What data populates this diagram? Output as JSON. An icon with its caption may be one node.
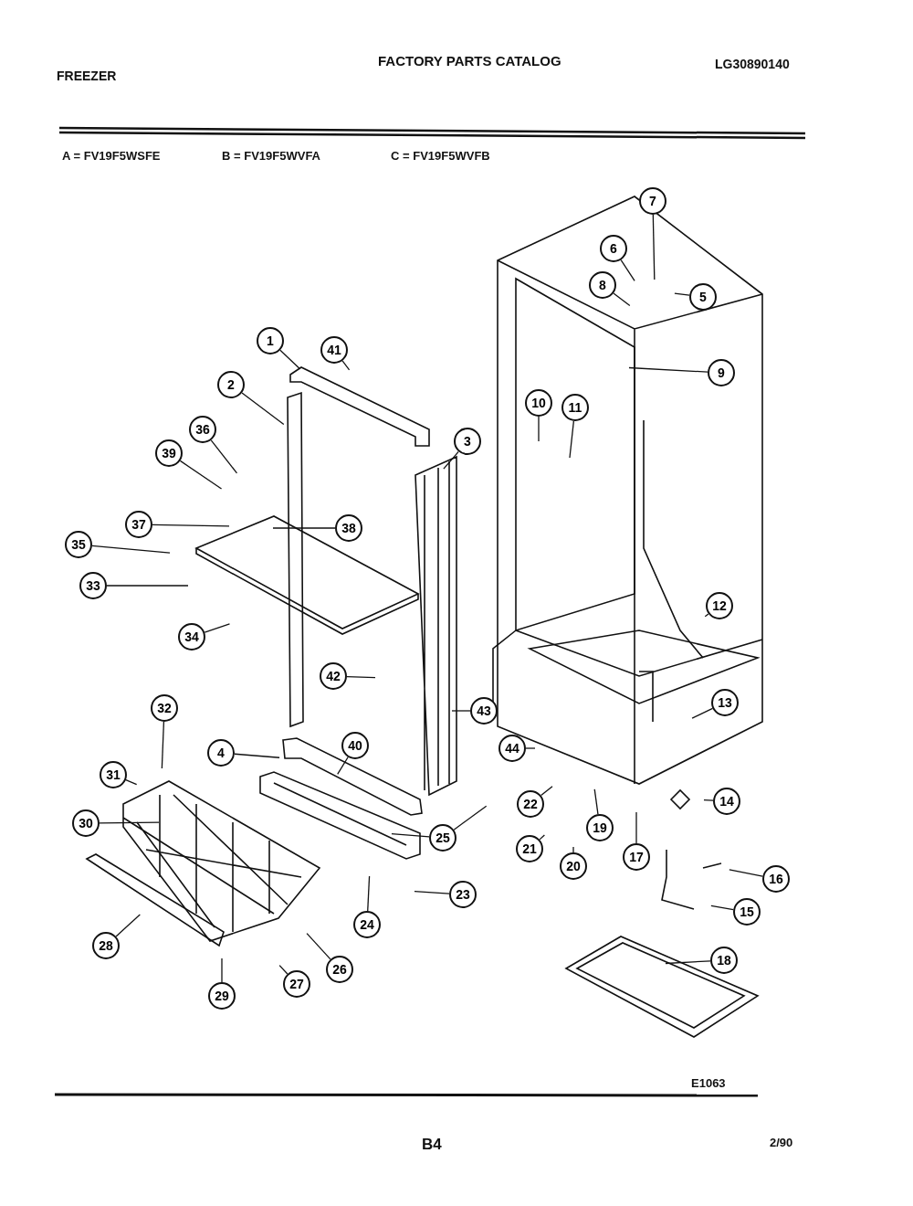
{
  "diagram": {
    "title": "FACTORY PARTS CATALOG",
    "nodes": [
      {
        "text": [
          "7"
        ]
      },
      {
        "text": [
          "6"
        ]
      },
      {
        "text": [
          "8"
        ]
      },
      {
        "text": [
          "5"
        ]
      },
      {
        "text": [
          "1"
        ]
      },
      {
        "text": [
          "41"
        ]
      },
      {
        "text": [
          "9"
        ]
      },
      {
        "text": [
          "2"
        ]
      },
      {
        "text": [
          "10"
        ]
      },
      {
        "text": [
          "11"
        ]
      },
      {
        "text": [
          "36"
        ]
      },
      {
        "text": [
          "3"
        ]
      },
      {
        "text": [
          "39"
        ]
      },
      {
        "text": [
          "37"
        ]
      },
      {
        "text": [
          "38"
        ]
      },
      {
        "text": [
          "35"
        ]
      },
      {
        "text": [
          "33"
        ]
      },
      {
        "text": [
          "12"
        ]
      },
      {
        "text": [
          "34"
        ]
      },
      {
        "text": [
          "42"
        ]
      },
      {
        "text": [
          "13"
        ]
      },
      {
        "text": [
          "32"
        ]
      },
      {
        "text": [
          "43"
        ]
      },
      {
        "text": [
          "40"
        ]
      },
      {
        "text": [
          "4"
        ]
      },
      {
        "text": [
          "44"
        ]
      },
      {
        "text": [
          "31"
        ]
      },
      {
        "text": [
          "14"
        ]
      },
      {
        "text": [
          "22"
        ]
      },
      {
        "text": [
          "30"
        ]
      },
      {
        "text": [
          "25"
        ]
      },
      {
        "text": [
          "19"
        ]
      },
      {
        "text": [
          "21"
        ]
      },
      {
        "text": [
          "17"
        ]
      },
      {
        "text": [
          "20"
        ]
      },
      {
        "text": [
          "16"
        ]
      },
      {
        "text": [
          "23"
        ]
      },
      {
        "text": [
          "15"
        ]
      },
      {
        "text": [
          "24"
        ]
      },
      {
        "text": [
          "28"
        ]
      },
      {
        "text": [
          "18"
        ]
      },
      {
        "text": [
          "26"
        ]
      },
      {
        "text": [
          "27"
        ]
      },
      {
        "text": [
          "29"
        ]
      }
    ],
    "edges": [
      {
        "from": 0,
        "to": null,
        "arrow": "none"
      },
      {
        "from": 1,
        "to": null,
        "arrow": "none"
      },
      {
        "from": 2,
        "to": null,
        "arrow": "none"
      },
      {
        "from": 3,
        "to": null,
        "arrow": "none"
      },
      {
        "from": 4,
        "to": null,
        "arrow": "none"
      },
      {
        "from": 5,
        "to": null,
        "arrow": "none"
      },
      {
        "from": 6,
        "to": null,
        "arrow": "none"
      },
      {
        "from": 7,
        "to": null,
        "arrow": "none"
      },
      {
        "from": 8,
        "to": null,
        "arrow": "none"
      },
      {
        "from": 9,
        "to": null,
        "arrow": "none"
      },
      {
        "from": 10,
        "to": null,
        "arrow": "none"
      },
      {
        "from": 11,
        "to": null,
        "arrow": "none"
      },
      {
        "from": 12,
        "to": null,
        "arrow": "none"
      },
      {
        "from": 13,
        "to": null,
        "arrow": "none"
      },
      {
        "from": 14,
        "to": null,
        "arrow": "none"
      },
      {
        "from": 15,
        "to": null,
        "arrow": "none"
      },
      {
        "from": 16,
        "to": null,
        "arrow": "none"
      },
      {
        "from": 17,
        "to": null,
        "arrow": "none"
      },
      {
        "from": 18,
        "to": null,
        "arrow": "none"
      },
      {
        "from": 19,
        "to": null,
        "arrow": "none"
      },
      {
        "from": 20,
        "to": null,
        "arrow": "none"
      },
      {
        "from": 21,
        "to": null,
        "arrow": "none"
      },
      {
        "from": 22,
        "to": null,
        "arrow": "none"
      },
      {
        "from": 23,
        "to": null,
        "arrow": "none"
      },
      {
        "from": 24,
        "to": null,
        "arrow": "none"
      },
      {
        "from": 25,
        "to": null,
        "arrow": "none"
      },
      {
        "from": 26,
        "to": null,
        "arrow": "none"
      },
      {
        "from": 27,
        "to": null,
        "arrow": "none"
      },
      {
        "from": 28,
        "to": null,
        "arrow": "none"
      },
      {
        "from": 29,
        "to": null,
        "arrow": "none"
      },
      {
        "from": 30,
        "to": null,
        "arrow": "none"
      },
      {
        "from": 30,
        "to": null,
        "arrow": "none"
      },
      {
        "from": 31,
        "to": null,
        "arrow": "none"
      },
      {
        "from": 32,
        "to": null,
        "arrow": "none"
      },
      {
        "from": 33,
        "to": null,
        "arrow": "none"
      },
      {
        "from": 34,
        "to": null,
        "arrow": "none"
      },
      {
        "from": 35,
        "to": null,
        "arrow": "none"
      },
      {
        "from": 36,
        "to": null,
        "arrow": "none"
      },
      {
        "from": 37,
        "to": null,
        "arrow": "none"
      },
      {
        "from": 38,
        "to": null,
        "arrow": "none"
      },
      {
        "from": 39,
        "to": null,
        "arrow": "none"
      },
      {
        "from": 40,
        "to": null,
        "arrow": "none"
      },
      {
        "from": 41,
        "to": null,
        "arrow": "none"
      },
      {
        "from": 42,
        "to": null,
        "arrow": "none"
      },
      {
        "from": 43,
        "to": null,
        "arrow": "none"
      }
    ],
    "labels": [
      "FREEZER",
      "LG30890140",
      "A = FV19F5WSFE",
      "B = FV19F5WVFA",
      "C = FV19F5WVFB",
      "E1063",
      "B4",
      "2/90"
    ]
  }
}
